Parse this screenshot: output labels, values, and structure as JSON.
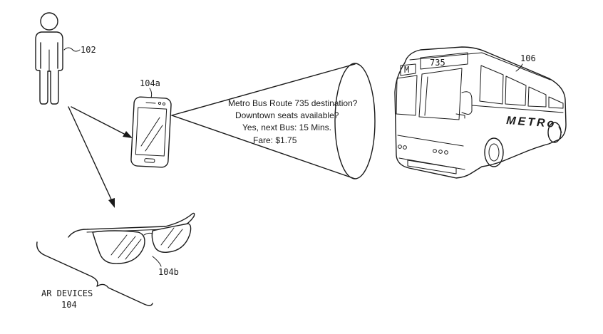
{
  "labels": {
    "person": "102",
    "phone": "104a",
    "glasses": "104b",
    "bus": "106",
    "devices_title": "AR DEVICES",
    "devices_number": "104"
  },
  "info_cone": {
    "lines": [
      "Metro Bus Route 735 destination?",
      "Downtown seats available?",
      "Yes, next Bus: 15 Mins.",
      "Fare: $1.75"
    ]
  },
  "bus": {
    "route_sign": "735",
    "route_letter": "M",
    "side_text": "METRo"
  }
}
